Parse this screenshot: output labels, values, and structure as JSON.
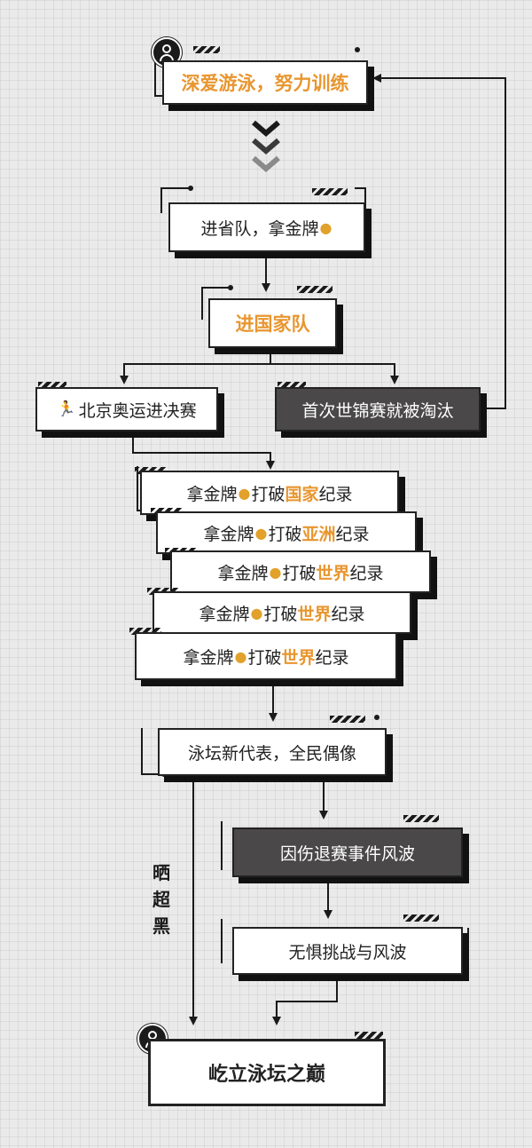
{
  "nodes": {
    "start": "深爱游泳，努力训练",
    "provincial": "进省队，拿金牌",
    "national": "进国家队",
    "beijing": "北京奥运进决赛",
    "eliminated": "首次世锦赛就被淘汰",
    "records": [
      {
        "prefix": "拿金牌",
        "mid": "打破",
        "highlight": "国家",
        "suffix": "纪录"
      },
      {
        "prefix": "拿金牌",
        "mid": "打破",
        "highlight": "亚洲",
        "suffix": "纪录"
      },
      {
        "prefix": "拿金牌",
        "mid": "打破",
        "highlight": "世界",
        "suffix": "纪录"
      },
      {
        "prefix": "拿金牌",
        "mid": "打破",
        "highlight": "世界",
        "suffix": "纪录"
      },
      {
        "prefix": "拿金牌",
        "mid": "打破",
        "highlight": "世界",
        "suffix": "纪录"
      }
    ],
    "idol": "泳坛新代表，全民偶像",
    "injury": "因伤退赛事件风波",
    "fearless": "无惧挑战与风波",
    "summit": "屹立泳坛之巅"
  },
  "side_label": "晒超黑",
  "icons": {
    "medal": "medal-icon",
    "runner": "runner-icon",
    "avatar": "avatar-icon",
    "chevrons": "chevron-down-icon"
  },
  "colors": {
    "accent": "#e8962f",
    "dark_box": "#4a4848",
    "ink": "#1b1b1b",
    "chevron_light": "#8a8a8a"
  }
}
